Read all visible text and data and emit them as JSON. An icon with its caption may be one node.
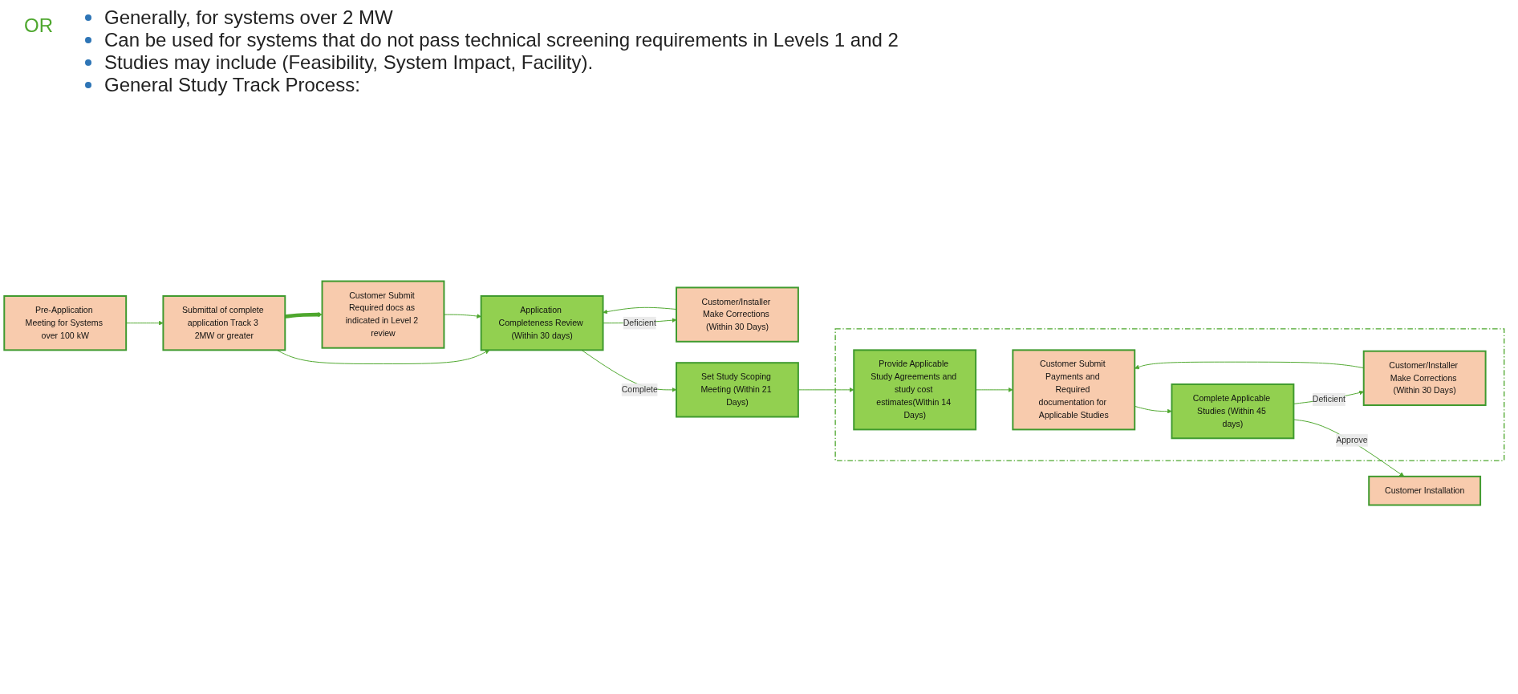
{
  "diagram": {
    "nodes": [
      {
        "text": [
          "Pre-Application Meeting for Systems over 100 kW"
        ]
      },
      {
        "text": [
          "Submittal of complete application Track 3 2MW or greater"
        ]
      },
      {
        "text": [
          "Customer Submit Required docs as indicated in Level 2 review"
        ]
      },
      {
        "text": [
          "Application Completeness Review (Within 30 days)"
        ]
      },
      {
        "text": [
          "Customer/Installer Make Corrections (Within 30 Days)"
        ]
      },
      {
        "text": [],
        "shape": "box"
      },
      {
        "text": [
          "Set Study Scoping Meeting (Within 21 Days)"
        ]
      },
      {
        "text": [
          "Provide Applicable Study Agreements and study cost estimates(Within 14 Days)"
        ],
        "in": 5
      },
      {
        "text": [
          "Customer Submit Payments and Required documentation for Applicable Studies"
        ],
        "in": 5
      },
      {
        "text": [
          "Complete Applicable Studies (Within 45 days)"
        ],
        "in": 5
      },
      {
        "text": [
          "Customer/Installer Make Corrections (Within 30 Days)"
        ],
        "in": 5
      },
      {
        "text": [
          "Customer Installation"
        ]
      }
    ],
    "edges": [
      {
        "from": 0,
        "to": 1,
        "arrow": "to"
      },
      {
        "from": 1,
        "to": 2,
        "arrow": "to",
        "style": "thick"
      },
      {
        "from": 1,
        "to": 3,
        "arrow": "to"
      },
      {
        "from": 2,
        "to": 3,
        "arrow": "to"
      },
      {
        "from": 3,
        "to": 6,
        "label": "Complete",
        "arrow": "to"
      },
      {
        "from": 3,
        "to": 4,
        "label": "Deficient",
        "arrow": "to"
      },
      {
        "from": 4,
        "to": 3,
        "arrow": "to"
      },
      {
        "from": 6,
        "to": 7,
        "arrow": "to"
      },
      {
        "from": 7,
        "to": 8,
        "arrow": "to"
      },
      {
        "from": 8,
        "to": 9,
        "arrow": "to"
      },
      {
        "from": 9,
        "to": 10,
        "label": "Deficient",
        "arrow": "to"
      },
      {
        "from": 10,
        "to": 8,
        "arrow": "to"
      },
      {
        "from": 9,
        "to": 11,
        "label": "Approve",
        "arrow": "to"
      }
    ],
    "labels": [
      "Generally, for systems over 2 MW",
      "Can be used for systems that do not pass technical screening requirements in Levels 1 and 2",
      "Studies may include (Feasibility, System Impact, Facility).",
      "General Study Track Process:",
      "OR"
    ]
  }
}
